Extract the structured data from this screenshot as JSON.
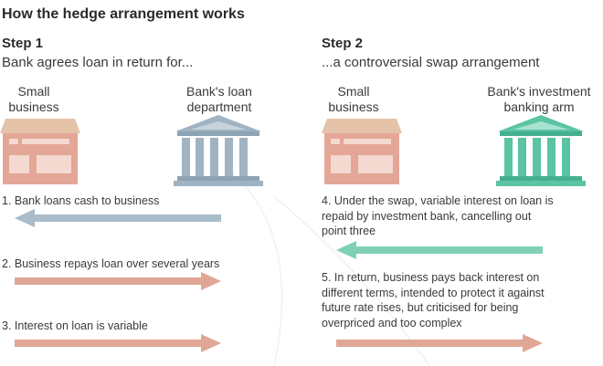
{
  "title": "How the hedge arrangement works",
  "step1": {
    "heading": "Step 1",
    "subheading": "Bank agrees loan in return for...",
    "party_left": [
      "Small",
      "business"
    ],
    "party_right": [
      "Bank's loan",
      "department"
    ],
    "statements": [
      {
        "text": "1. Bank loans cash to business",
        "arrow": "left"
      },
      {
        "text": "2. Business repays loan over several years",
        "arrow": "right"
      },
      {
        "text": "3. Interest on loan is variable",
        "arrow": "right"
      }
    ]
  },
  "step2": {
    "heading": "Step 2",
    "subheading": "...a controversial swap arrangement",
    "party_left": [
      "Small",
      "business"
    ],
    "party_right": [
      "Bank's investment",
      "banking arm"
    ],
    "statements": [
      {
        "lines": [
          "4. Under the swap, variable interest on loan is",
          "repaid by investment bank, cancelling out",
          "point three"
        ],
        "arrow": "left"
      },
      {
        "lines": [
          "5. In return, business pays back interest on",
          "different terms, intended to protect it against",
          "future rate rises, but criticised for being",
          "overpriced and too complex"
        ],
        "arrow": "right"
      }
    ]
  },
  "colors": {
    "arrow_left_step1": "#a9bcca",
    "arrow_right": "#e0a796",
    "arrow_left_step2": "#7fd0b4",
    "house_roof": "#e4c3a8",
    "house_wall": "#e4a697",
    "bank_loan": "#9fb3c2",
    "bank_investment": "#5bc4a4"
  }
}
